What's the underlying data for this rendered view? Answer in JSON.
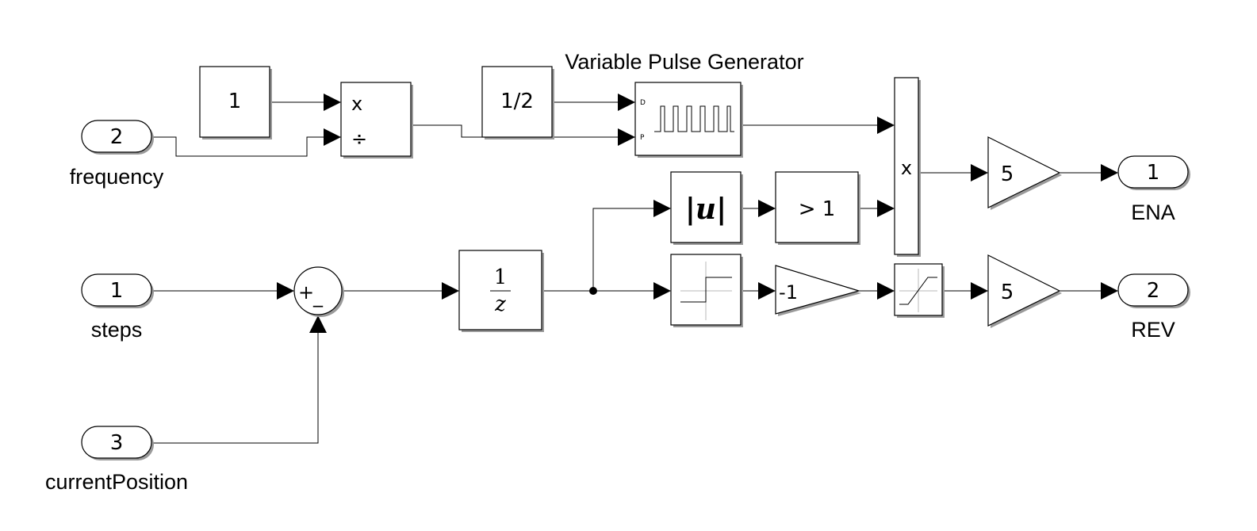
{
  "title": "Variable Pulse Generator",
  "inports": [
    {
      "number": "2",
      "label": "frequency"
    },
    {
      "number": "1",
      "label": "steps"
    },
    {
      "number": "3",
      "label": "currentPosition"
    }
  ],
  "outports": [
    {
      "number": "1",
      "label": "ENA"
    },
    {
      "number": "2",
      "label": "REV"
    }
  ],
  "blocks": {
    "const_one": "1",
    "divide_mul": "x",
    "divide_div": "÷",
    "const_half": "1/2",
    "pulse_d_port": "D",
    "pulse_p_port": "P",
    "product_top": "x",
    "abs": "|u|",
    "compare": "> 1",
    "sum_plus": "+",
    "sum_minus": "_",
    "delay_num": "1",
    "delay_den": "z",
    "gain_neg": "-1",
    "gain_ena": "5",
    "gain_rev": "5"
  }
}
